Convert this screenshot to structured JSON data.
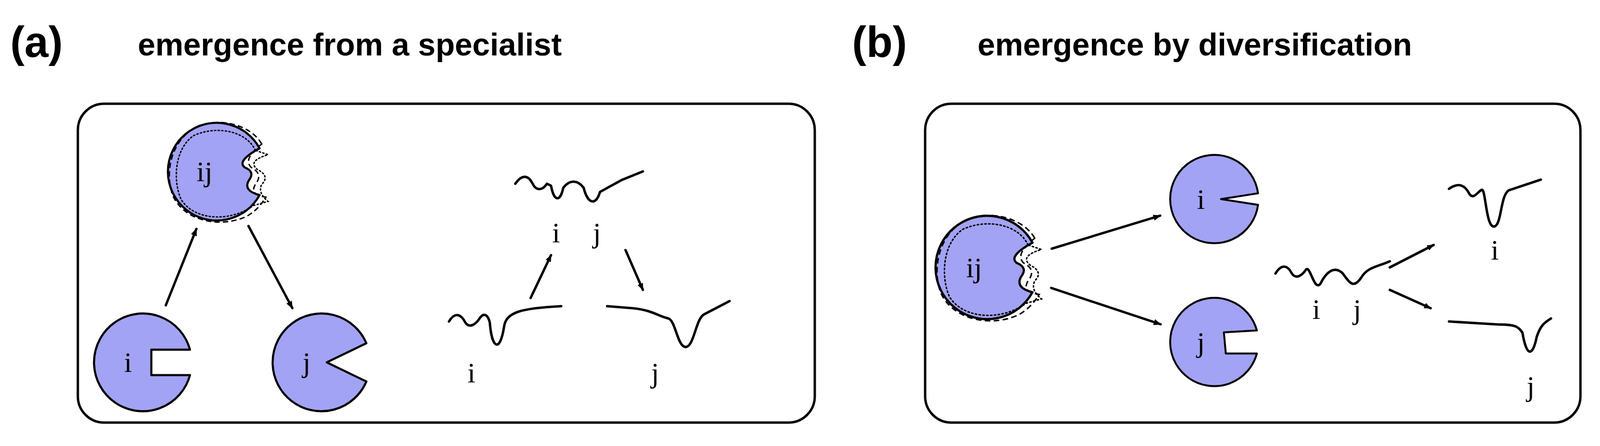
{
  "diagram": {
    "nodes": [
      {
        "text": [
          "(a)",
          "emergence from a specialist"
        ]
      },
      {
        "text": [
          "i"
        ],
        "in": 0
      },
      {
        "text": [
          "ij"
        ],
        "in": 0
      },
      {
        "text": [
          "j"
        ],
        "in": 0
      },
      {
        "text": [
          "(b)",
          "emergence by diversification"
        ]
      },
      {
        "text": [
          "ij"
        ],
        "in": 4
      },
      {
        "text": [
          "i"
        ],
        "in": 4
      },
      {
        "text": [
          "j"
        ],
        "in": 4
      }
    ],
    "edges": [
      {
        "from": 1,
        "to": 2,
        "arrow": "to"
      },
      {
        "from": 2,
        "to": 3,
        "arrow": "to"
      },
      {
        "from": 5,
        "to": 6,
        "arrow": "to"
      },
      {
        "from": 5,
        "to": 7,
        "arrow": "to"
      }
    ],
    "labels": [
      "i",
      "j",
      "i",
      "j",
      "i",
      "j",
      "i",
      "j"
    ]
  }
}
